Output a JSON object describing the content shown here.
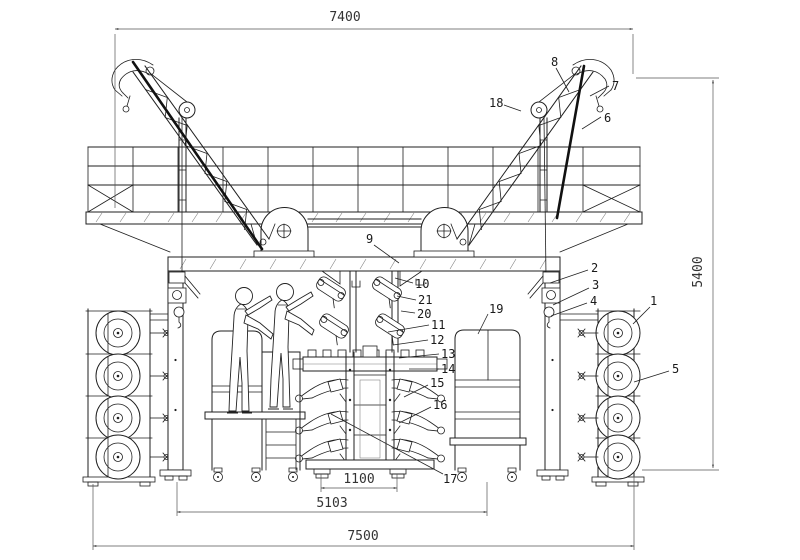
{
  "drawing": {
    "background": "#ffffff",
    "ink": "#1f1f1f",
    "dimension_color": "#555555",
    "dimensions": {
      "width_top": "7400",
      "height_right": "5400",
      "base_center": "1100",
      "base_mid": "5103",
      "width_bottom": "7500"
    },
    "callouts": {
      "c1": "1",
      "c2": "2",
      "c3": "3",
      "c4": "4",
      "c5": "5",
      "c6": "6",
      "c7": "7",
      "c8": "8",
      "c9": "9",
      "c10": "10",
      "c11": "11",
      "c12": "12",
      "c13": "13",
      "c14": "14",
      "c15": "15",
      "c16": "16",
      "c17": "17",
      "c18": "18",
      "c19": "19",
      "c20": "20",
      "c21": "21"
    }
  }
}
